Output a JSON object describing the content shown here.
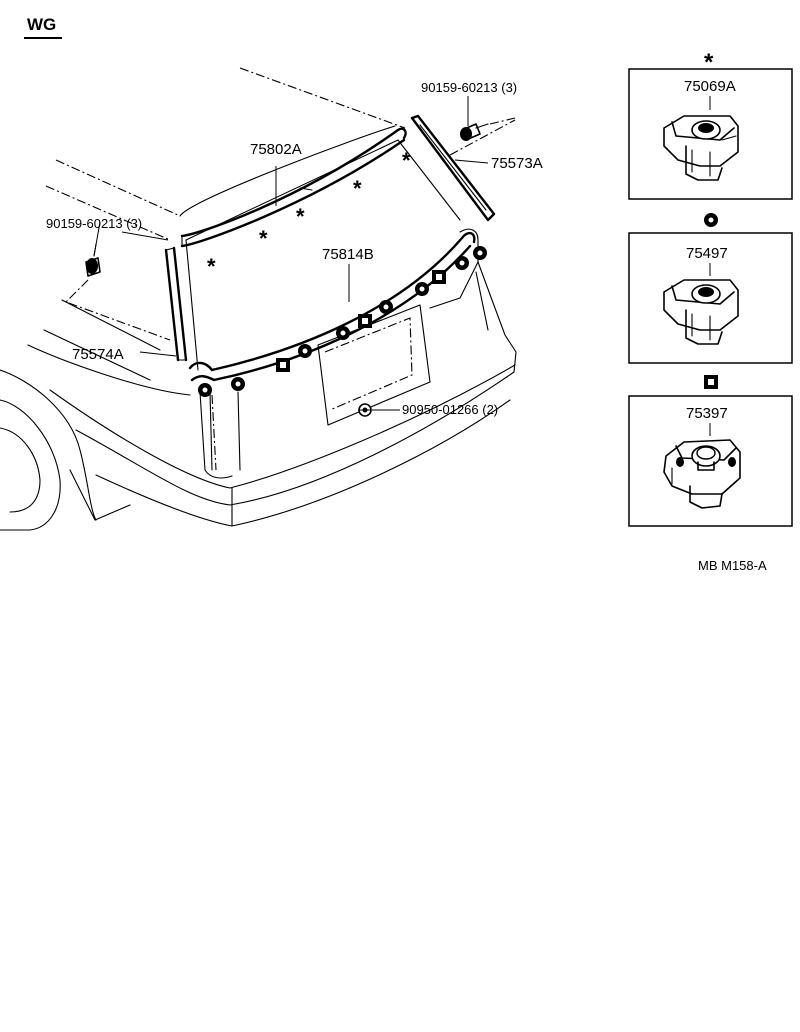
{
  "header": {
    "code": "WG"
  },
  "footer": {
    "ref": "MB  M158-A"
  },
  "callouts": {
    "bolt_top": "90159-60213 (3)",
    "bolt_left": "90159-60213 (3)",
    "upper_molding": "75802A",
    "right_molding": "75573A",
    "lower_molding": "75814B",
    "left_molding": "75574A",
    "clip_plug": "90950-01266 (2)"
  },
  "clip_details": [
    {
      "key": "asterisk",
      "symbol": "*",
      "part_number": "75069A",
      "icon": "asterisk-symbol"
    },
    {
      "key": "round",
      "symbol": "",
      "part_number": "75497",
      "icon": "round-clip-symbol"
    },
    {
      "key": "square",
      "symbol": "",
      "part_number": "75397",
      "icon": "square-clip-symbol"
    }
  ]
}
